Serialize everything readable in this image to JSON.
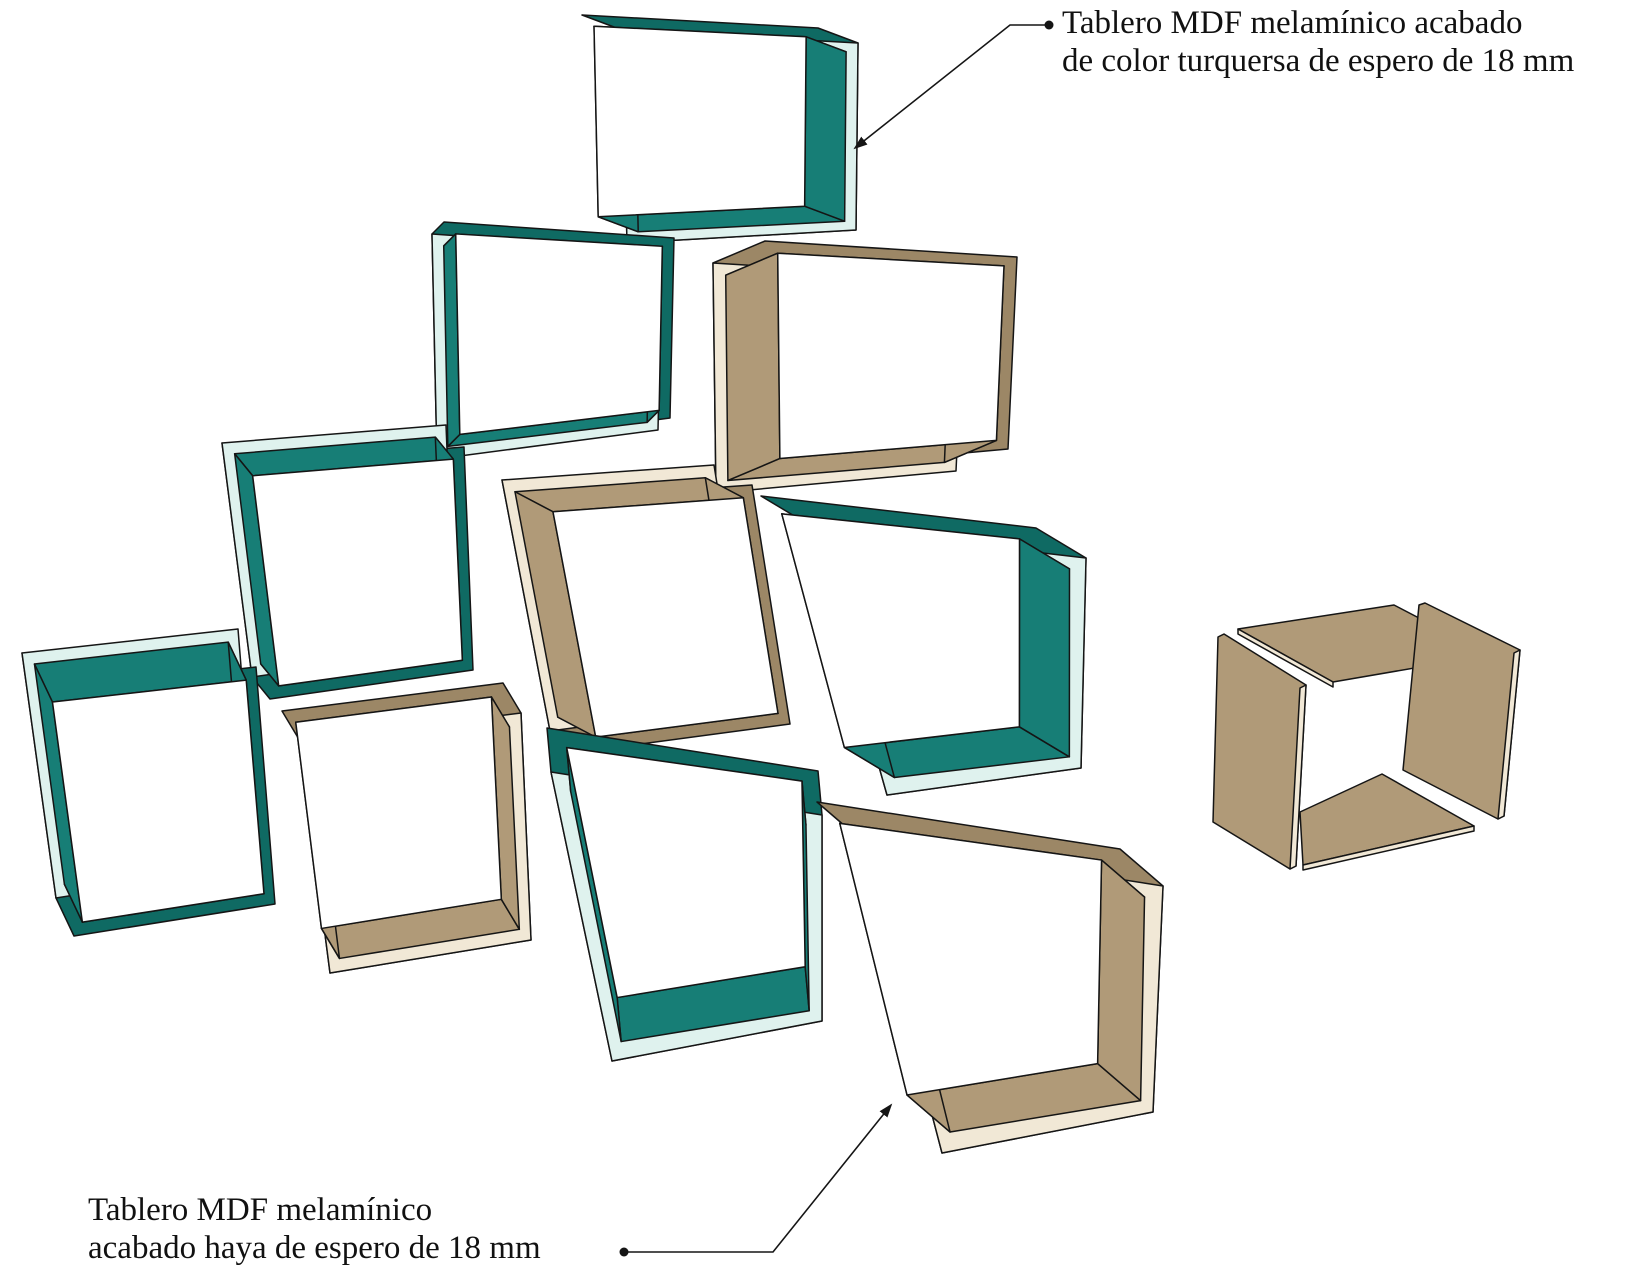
{
  "colors": {
    "turquoise": "#177e76",
    "turquoise_dark": "#0f6a63",
    "turquoise_edge": "#dff2ee",
    "beech": "#b09a78",
    "beech_dark": "#9c8766",
    "beech_edge": "#f1e8d6",
    "outline": "#151515",
    "background": "#ffffff"
  },
  "callouts": {
    "turquoise_label": {
      "line1": "Tablero MDF melamínico acabado",
      "line2": "de color turquersa de espero de 18 mm"
    },
    "beech_label": {
      "line1": "Tablero MDF melamínico",
      "line2": "acabado haya de espero de 18 mm"
    }
  },
  "parts": [
    {
      "name": "cube-top-turquoise",
      "finish": "turquoise"
    },
    {
      "name": "cube-row2-left-turquoise",
      "finish": "turquoise"
    },
    {
      "name": "cube-row2-right-beech",
      "finish": "beech"
    },
    {
      "name": "cube-row3-left-turquoise",
      "finish": "turquoise"
    },
    {
      "name": "cube-row3-middle-beech",
      "finish": "beech"
    },
    {
      "name": "cube-row3-right-turquoise",
      "finish": "turquoise"
    },
    {
      "name": "cube-row4-left-turquoise",
      "finish": "turquoise"
    },
    {
      "name": "cube-row4-middle-beech",
      "finish": "beech"
    },
    {
      "name": "cube-row4-center-turquoise",
      "finish": "turquoise"
    },
    {
      "name": "cube-front-beech",
      "finish": "beech"
    },
    {
      "name": "exploded-cube-beech",
      "finish": "beech"
    }
  ]
}
